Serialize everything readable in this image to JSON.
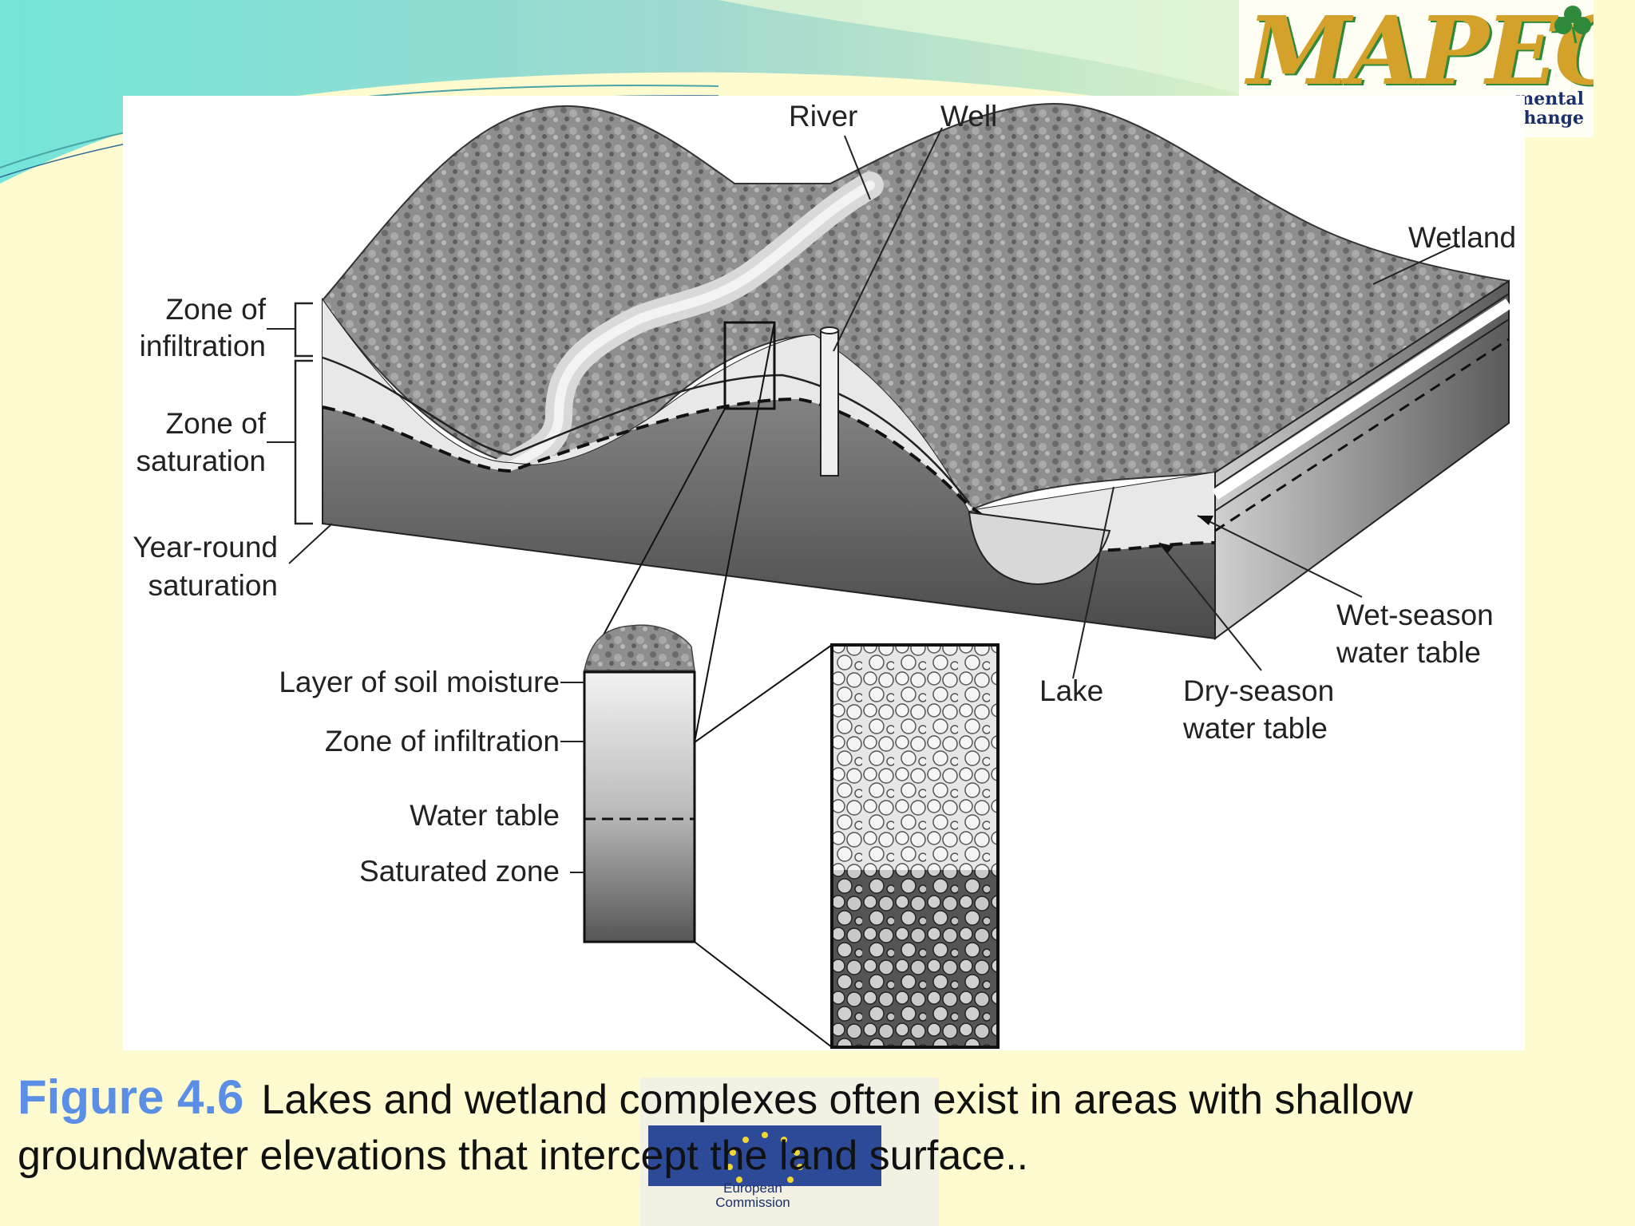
{
  "logo": {
    "word": "MAPEC",
    "line1": "mental",
    "line2": "hange"
  },
  "diagram": {
    "labels": {
      "river": "River",
      "well": "Well",
      "wetland": "Wetland",
      "zone_infiltration_1": "Zone of",
      "zone_infiltration_2": "infiltration",
      "zone_saturation_1": "Zone of",
      "zone_saturation_2": "saturation",
      "year_round_1": "Year-round",
      "year_round_2": "saturation",
      "wet_season_1": "Wet-season",
      "wet_season_2": "water table",
      "dry_season_1": "Dry-season",
      "dry_season_2": "water table",
      "lake": "Lake",
      "soil_moisture": "Layer of soil moisture",
      "zone_infiltration_col": "Zone of infiltration",
      "water_table": "Water table",
      "saturated_zone": "Saturated zone"
    }
  },
  "caption": {
    "figure_number": "Figure 4.6",
    "text": "Lakes and wetland complexes often exist in areas with shallow groundwater elevations that intercept the land surface.."
  },
  "eu_logo": {
    "line1": "European",
    "line2": "Commission"
  }
}
